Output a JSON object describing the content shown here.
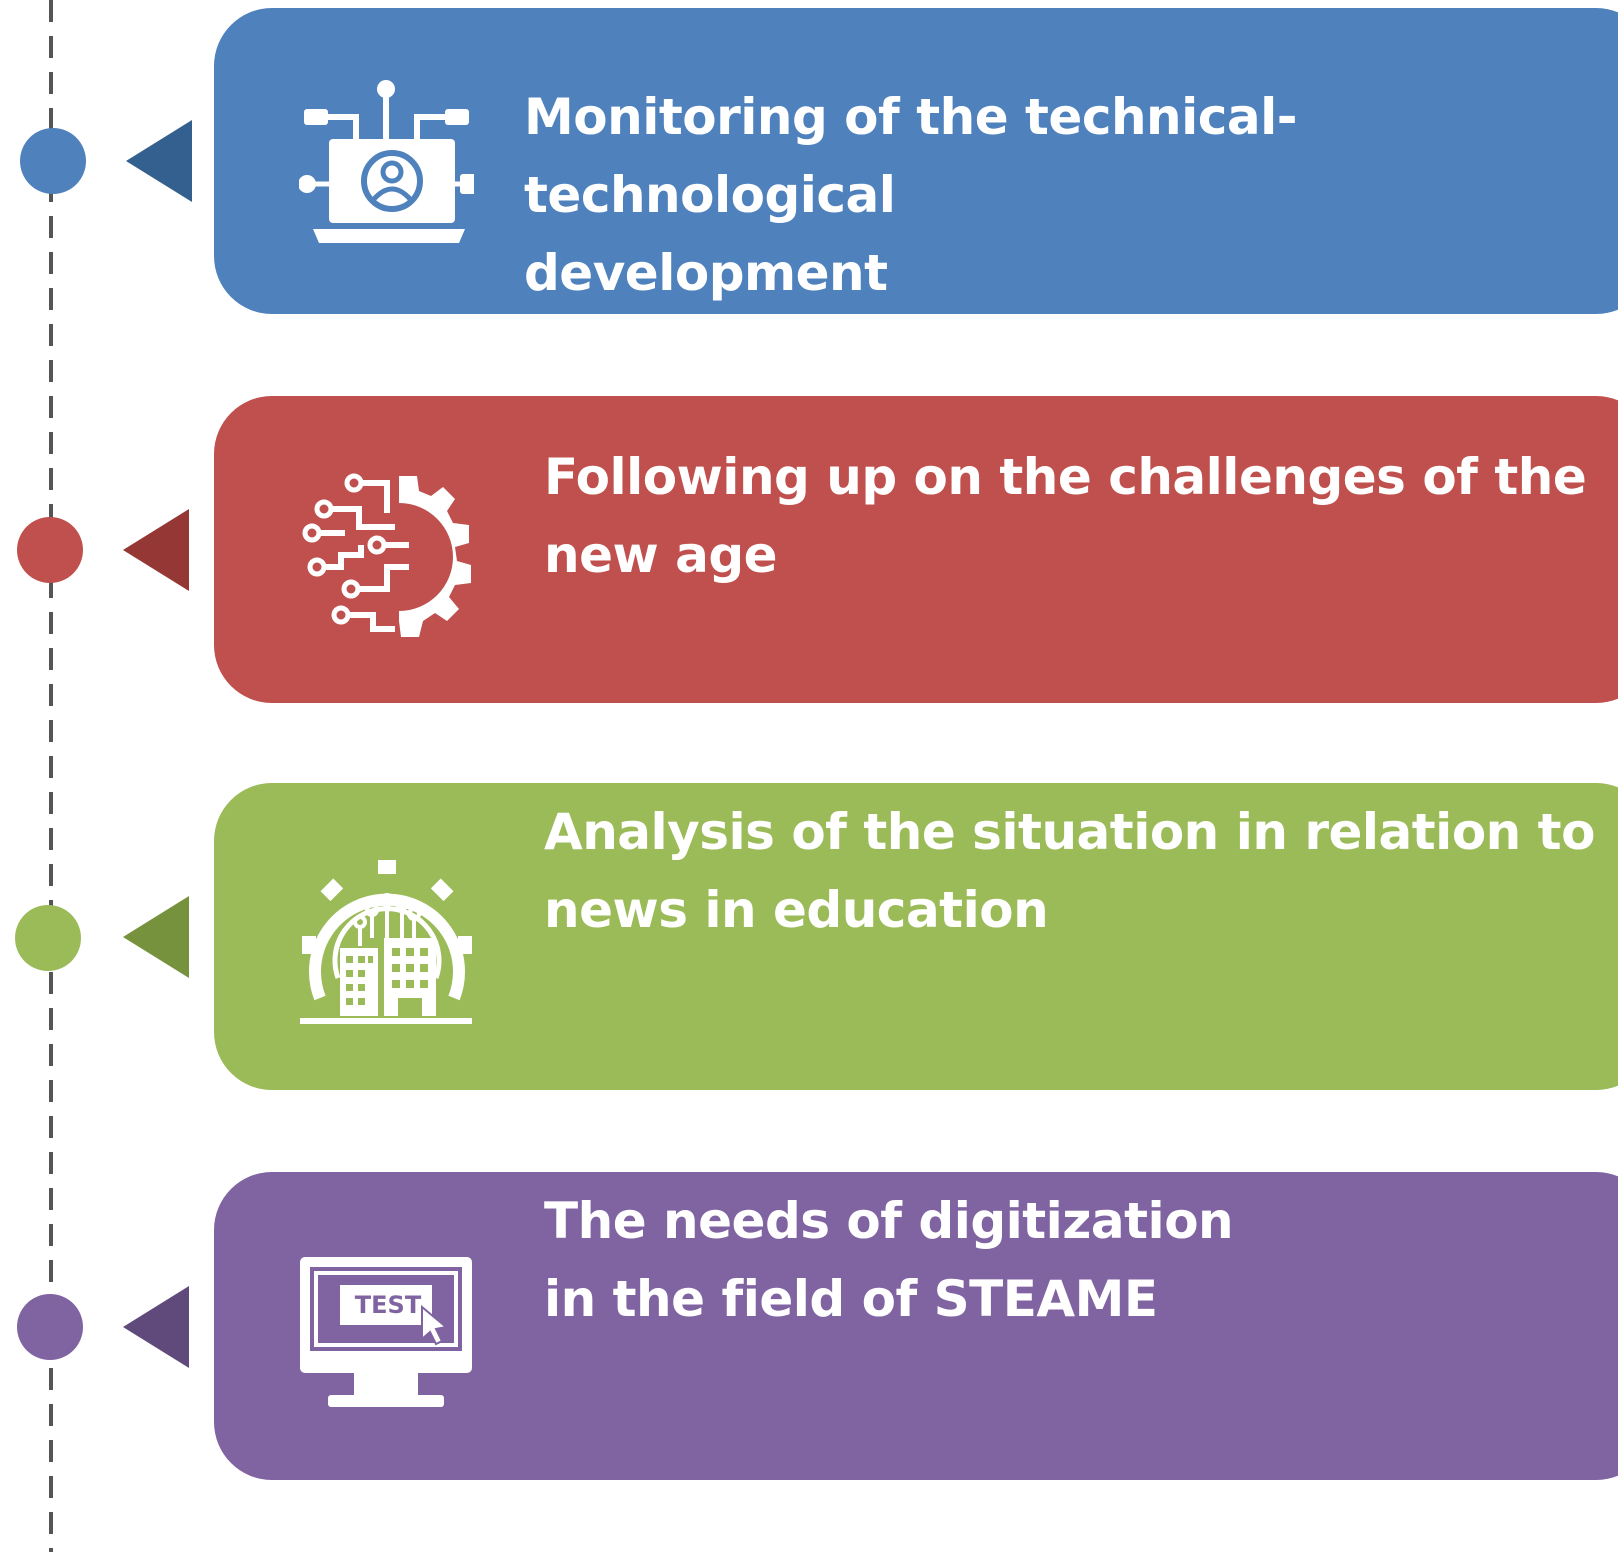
{
  "colors": {
    "timeline": "#555555",
    "blue": "#4f81bd",
    "blue_dark": "#34608f",
    "red": "#c0504d",
    "red_dark": "#953735",
    "green": "#9bbb59",
    "green_dark": "#76923c",
    "purple": "#8064a2",
    "purple_dark": "#5f4a7b",
    "text": "#ffffff"
  },
  "items": [
    {
      "title": "Monitoring of the technical-technological\ndevelopment",
      "icon": "laptop-network-icon",
      "color": "#4f81bd"
    },
    {
      "title": "Following up on the challenges of the\nnew age",
      "icon": "circuit-gear-icon",
      "color": "#c0504d"
    },
    {
      "title": "Analysis of the situation in relation to\nnews in education",
      "icon": "smart-city-gear-icon",
      "color": "#9bbb59"
    },
    {
      "title": "The needs of digitization\nin the field of STEAME",
      "icon": "computer-test-icon",
      "color": "#8064a2",
      "icon_label": "TEST"
    }
  ]
}
